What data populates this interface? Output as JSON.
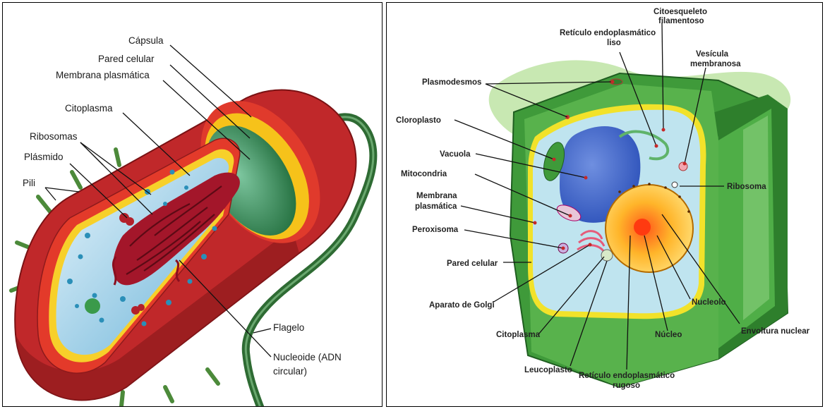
{
  "bacterial_cell": {
    "labels": {
      "capsula": "Cápsula",
      "pared_celular": "Pared celular",
      "membrana_plasmatica": "Membrana plasmática",
      "citoplasma": "Citoplasma",
      "ribosomas": "Ribosomas",
      "plasmido": "Plásmido",
      "pili": "Pili",
      "flagelo": "Flagelo",
      "nucleoide_line1": "Nucleoide (ADN",
      "nucleoide_line2": "circular)"
    }
  },
  "plant_cell": {
    "labels": {
      "citoesqueleto_line1": "Citoesqueleto",
      "citoesqueleto_line2": "filamentoso",
      "rel_line1": "Retículo endoplasmático",
      "rel_line2": "liso",
      "vesicula_line1": "Vesícula",
      "vesicula_line2": "membranosa",
      "plasmodesmos": "Plasmodesmos",
      "cloroplasto": "Cloroplasto",
      "vacuola": "Vacuola",
      "mitocondria": "Mitocondria",
      "membrana_line1": "Membrana",
      "membrana_line2": "plasmática",
      "ribosoma": "Ribosoma",
      "peroxisoma": "Peroxisoma",
      "pared_celular": "Pared celular",
      "aparato_golgi": "Aparato de Golgi",
      "nucleolo": "Nucleolo",
      "envoltura_nuclear": "Envoltura nuclear",
      "citoplasma": "Citoplasma",
      "nucleo": "Núcleo",
      "leucoplasto": "Leucoplasto",
      "rer_line1": "Retículo endoplasmático",
      "rer_line2": "rugoso"
    }
  }
}
